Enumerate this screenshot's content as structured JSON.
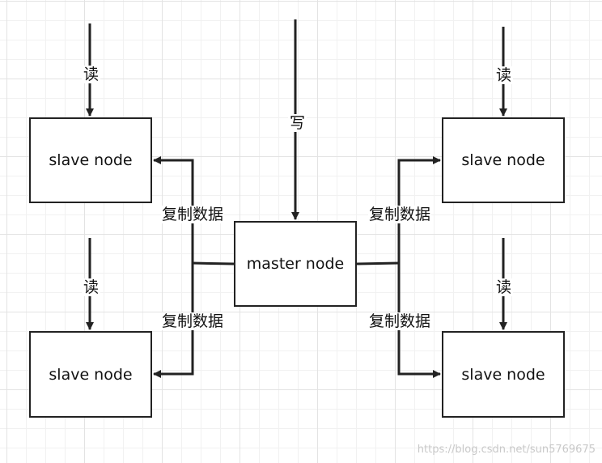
{
  "diagram": {
    "master": {
      "label": "master node"
    },
    "slaves": [
      {
        "label": "slave node"
      },
      {
        "label": "slave node"
      },
      {
        "label": "slave node"
      },
      {
        "label": "slave node"
      }
    ],
    "edges": {
      "write_label": "写",
      "read_label": "读",
      "replicate_label": "复制数据"
    },
    "colors": {
      "stroke": "#222222",
      "background": "#ffffff",
      "grid": "#e3e3e3"
    }
  },
  "watermark": "https://blog.csdn.net/sun5769675"
}
